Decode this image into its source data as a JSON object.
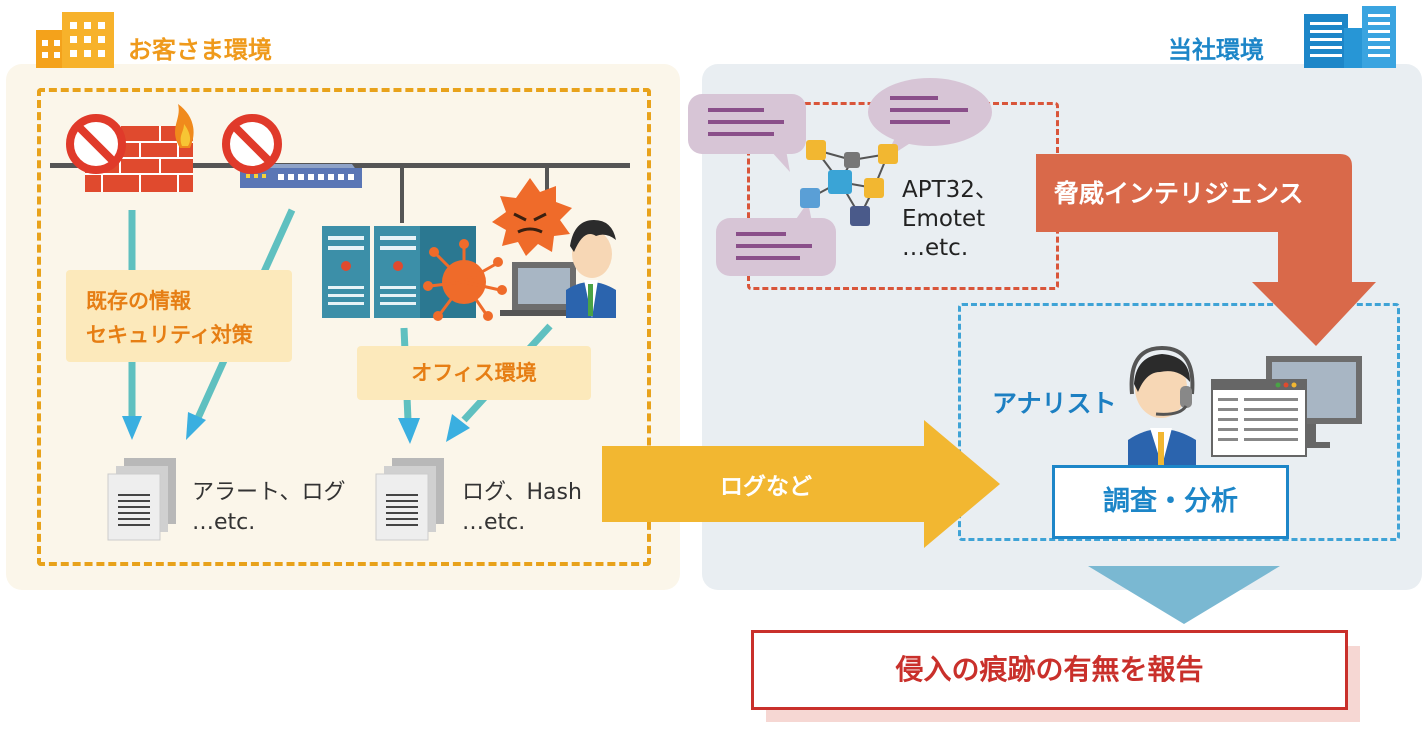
{
  "customer_env": {
    "title": "お客さま環境"
  },
  "company_env": {
    "title": "当社環境"
  },
  "existing_security": {
    "line1": "既存の情報",
    "line2": "セキュリティ対策"
  },
  "office_env": {
    "label": "オフィス環境"
  },
  "docs": {
    "alerts": {
      "line1": "アラート、ログ",
      "line2": "…etc."
    },
    "logs": {
      "line1": "ログ、Hash",
      "line2": "…etc."
    }
  },
  "threat_samples": {
    "line1": "APT32、",
    "line2": "Emotet",
    "line3": "…etc."
  },
  "threat_intel": {
    "label": "脅威インテリジェンス"
  },
  "log_flow": {
    "label": "ログなど"
  },
  "analyst": {
    "label": "アナリスト"
  },
  "investigation": {
    "label": "調査・分析"
  },
  "report": {
    "label": "侵入の痕跡の有無を報告"
  },
  "colors": {
    "orange": "#ef9a1c",
    "blue": "#1d86c8",
    "red": "#c9302b",
    "threat_arrow": "#d9694a",
    "log_arrow": "#f2b731",
    "teal_arrow": "#3aafe0"
  }
}
